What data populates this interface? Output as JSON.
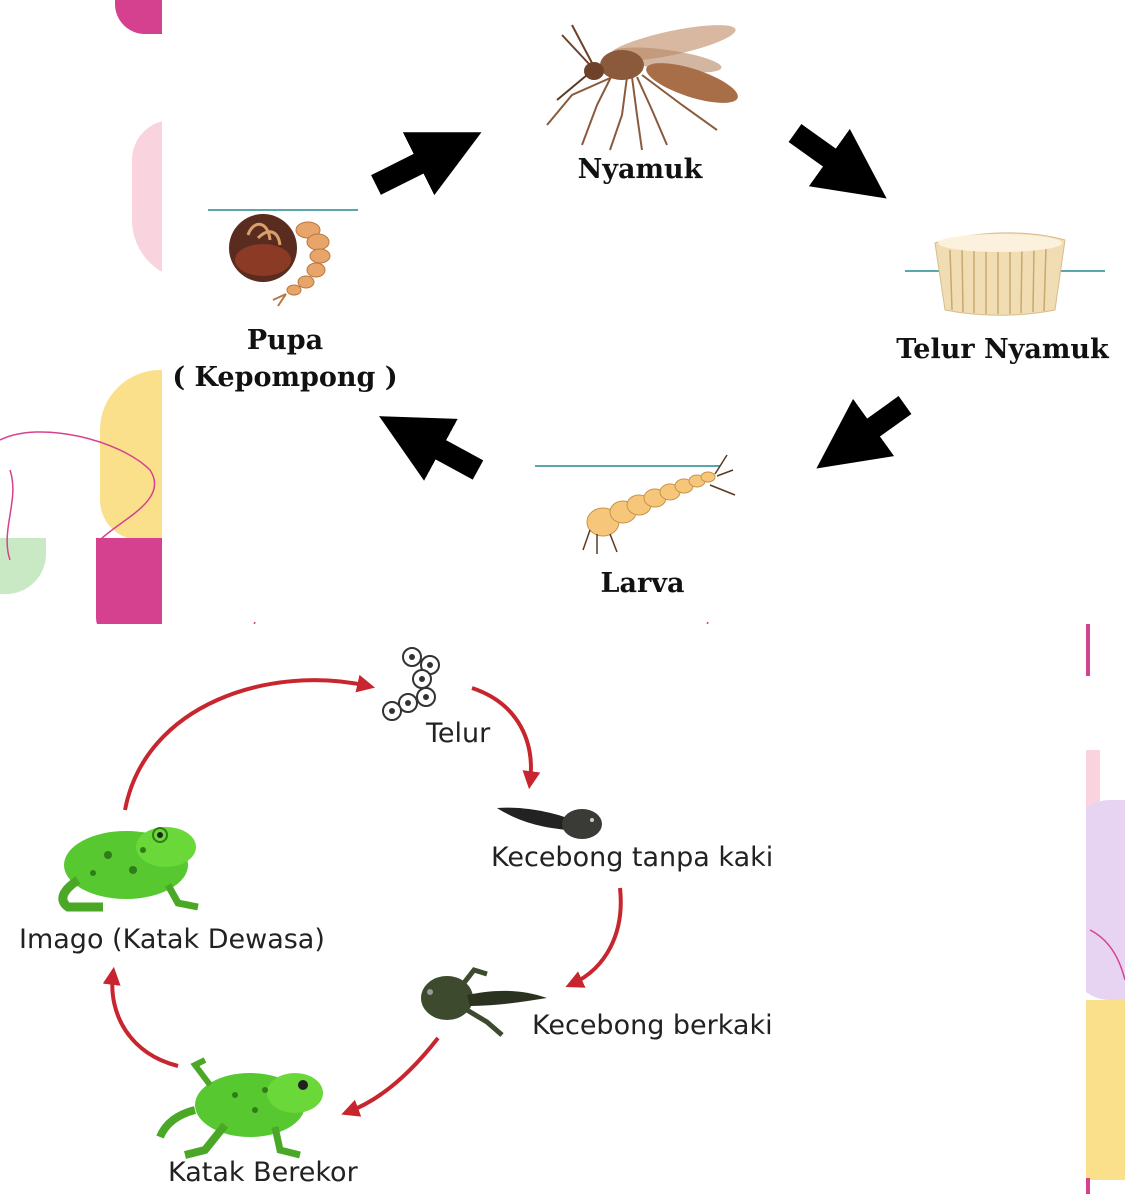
{
  "mosquito_cycle": {
    "stages": {
      "adult": "Nyamuk",
      "egg": "Telur Nyamuk",
      "larva": "Larva",
      "pupa": "Pupa",
      "pupa_alt": "( Kepompong )"
    }
  },
  "frog_cycle": {
    "stages": {
      "egg": "Telur",
      "tadpole_no_legs": "Kecebong tanpa kaki",
      "tadpole_legs": "Kecebong berkaki",
      "tailed_frog": "Katak Berekor",
      "adult": "Imago (Katak Dewasa)"
    }
  },
  "colors": {
    "arrow_black": "#000000",
    "arrow_red": "#c8262e",
    "decor_pink": "#d6418f",
    "decor_light_pink": "#f9d3de",
    "decor_yellow": "#fbe08c",
    "decor_green": "#c9e9c4",
    "decor_lavender": "#e7d3f2"
  }
}
